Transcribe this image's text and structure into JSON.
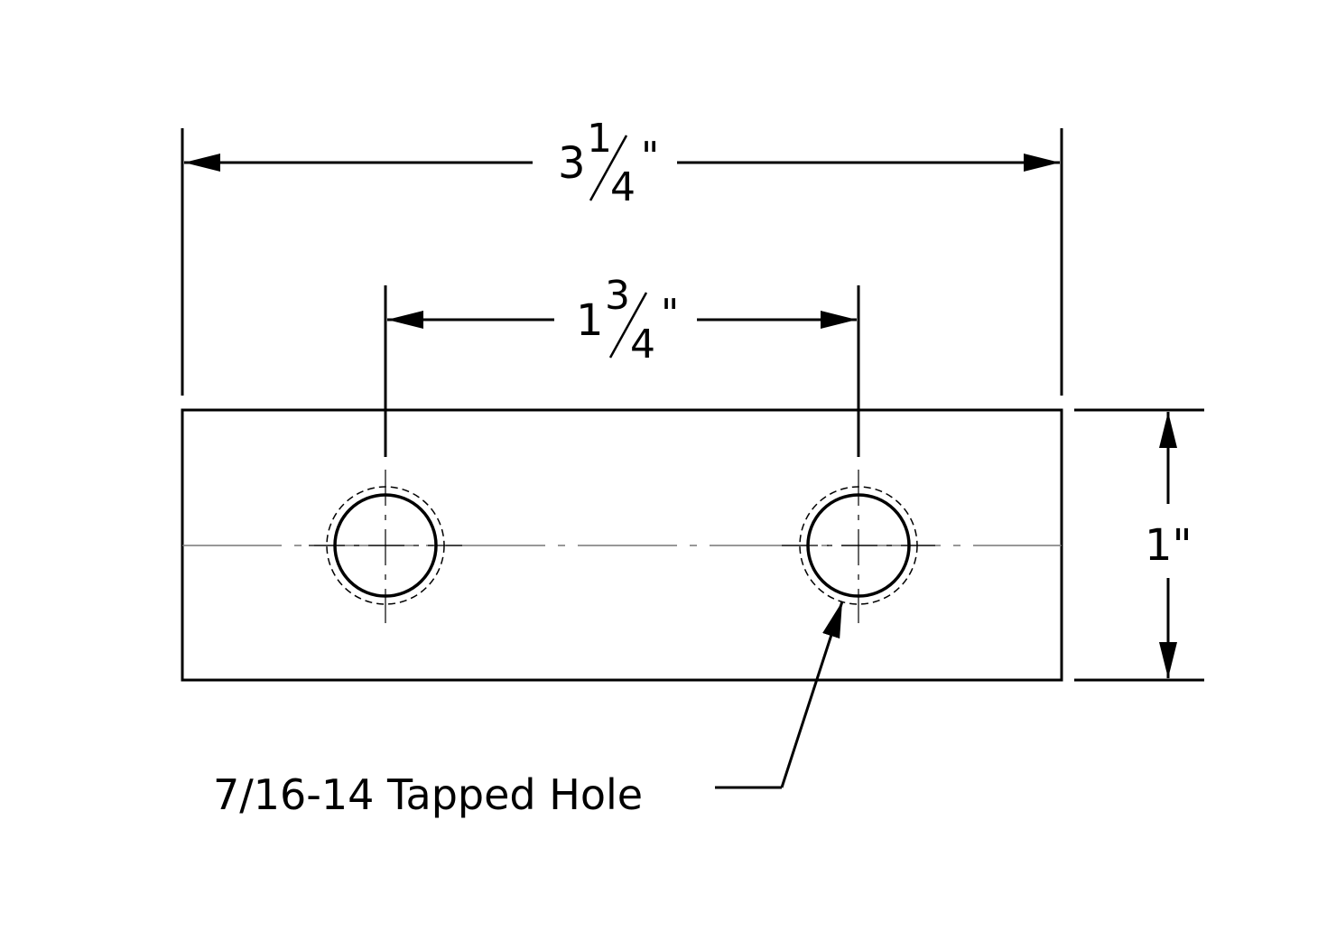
{
  "drawing": {
    "overall_length": {
      "whole": "3",
      "numerator": "1",
      "denominator": "4",
      "unit": "\""
    },
    "hole_spacing": {
      "whole": "1",
      "numerator": "3",
      "denominator": "4",
      "unit": "\""
    },
    "height": {
      "value": "1\""
    },
    "hole_callout": "7/16-14 Tapped Hole"
  }
}
